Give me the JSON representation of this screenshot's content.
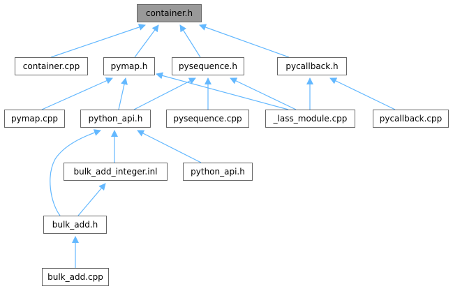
{
  "graph": {
    "nodes": {
      "container_h": {
        "label": "container.h",
        "focus": true
      },
      "container_cpp": {
        "label": "container.cpp"
      },
      "pymap_h": {
        "label": "pymap.h"
      },
      "pysequence_h": {
        "label": "pysequence.h"
      },
      "pycallback_h": {
        "label": "pycallback.h"
      },
      "pymap_cpp": {
        "label": "pymap.cpp"
      },
      "python_api_h": {
        "label": "python_api.h"
      },
      "pysequence_cpp": {
        "label": "pysequence.cpp"
      },
      "lass_module_cpp": {
        "label": "_lass_module.cpp"
      },
      "pycallback_cpp": {
        "label": "pycallback.cpp"
      },
      "bulk_add_integer_inl": {
        "label": "bulk_add_integer.inl"
      },
      "python_api_h2": {
        "label": "python_api.h"
      },
      "bulk_add_h": {
        "label": "bulk_add.h"
      },
      "bulk_add_cpp": {
        "label": "bulk_add.cpp"
      }
    },
    "edges": [
      {
        "from": "container_cpp",
        "to": "container_h"
      },
      {
        "from": "pymap_h",
        "to": "container_h"
      },
      {
        "from": "pysequence_h",
        "to": "container_h"
      },
      {
        "from": "pycallback_h",
        "to": "container_h"
      },
      {
        "from": "pymap_cpp",
        "to": "pymap_h"
      },
      {
        "from": "python_api_h",
        "to": "pymap_h"
      },
      {
        "from": "lass_module_cpp",
        "to": "pymap_h"
      },
      {
        "from": "python_api_h",
        "to": "pysequence_h"
      },
      {
        "from": "pysequence_cpp",
        "to": "pysequence_h"
      },
      {
        "from": "lass_module_cpp",
        "to": "pysequence_h"
      },
      {
        "from": "lass_module_cpp",
        "to": "pycallback_h"
      },
      {
        "from": "pycallback_cpp",
        "to": "pycallback_h"
      },
      {
        "from": "bulk_add_integer_inl",
        "to": "python_api_h"
      },
      {
        "from": "python_api_h2",
        "to": "python_api_h"
      },
      {
        "from": "bulk_add_h",
        "to": "python_api_h"
      },
      {
        "from": "bulk_add_h",
        "to": "bulk_add_integer_inl"
      },
      {
        "from": "bulk_add_cpp",
        "to": "bulk_add_h"
      }
    ],
    "colors": {
      "edge": "#63b8ff",
      "border": "#666666",
      "focus_fill": "#999999",
      "node_fill": "#ffffff"
    }
  }
}
